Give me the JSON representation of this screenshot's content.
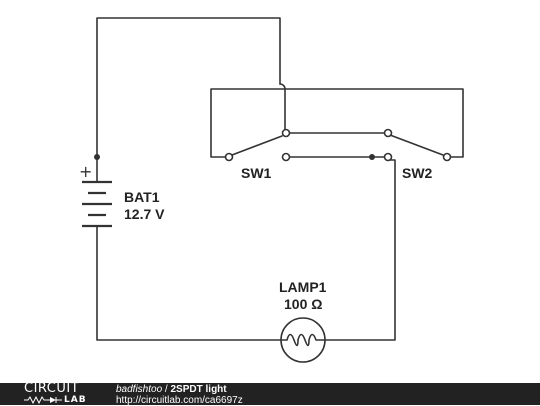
{
  "components": {
    "battery": {
      "name": "BAT1",
      "value": "12.7 V",
      "polarity": "+"
    },
    "switch1": {
      "name": "SW1"
    },
    "switch2": {
      "name": "SW2"
    },
    "lamp": {
      "name": "LAMP1",
      "value": "100 Ω"
    }
  },
  "footer": {
    "logo_top": "CIRCUIT",
    "logo_bottom": "LAB",
    "username": "badfishtoo",
    "separator": " / ",
    "circuit_title": "2SPDT light",
    "url": "http://circuitlab.com/ca6697z"
  },
  "colors": {
    "wire": "#333333",
    "footer_background": "#222222",
    "footer_text": "#ffffff"
  }
}
